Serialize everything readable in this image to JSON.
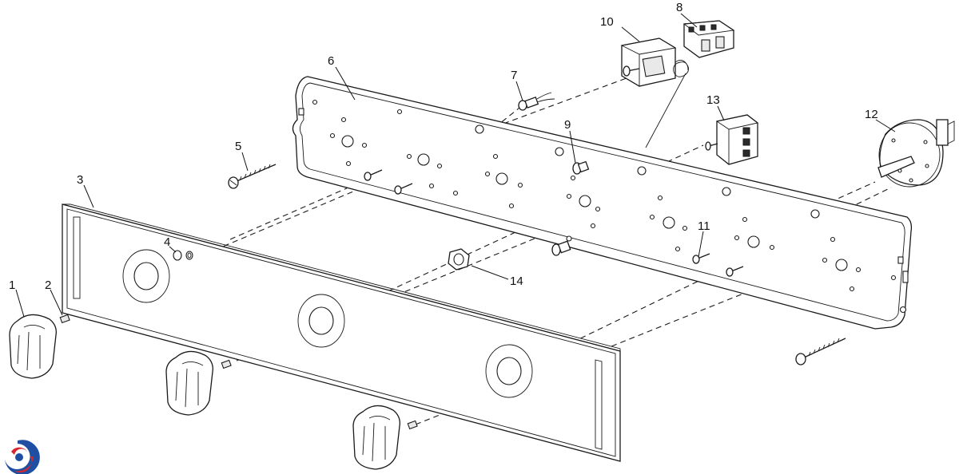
{
  "diagram": {
    "type": "exploded-parts-view",
    "callouts": [
      {
        "id": "1",
        "text": "1"
      },
      {
        "id": "2",
        "text": "2"
      },
      {
        "id": "3",
        "text": "3"
      },
      {
        "id": "4",
        "text": "4"
      },
      {
        "id": "5",
        "text": "5"
      },
      {
        "id": "6",
        "text": "6"
      },
      {
        "id": "7",
        "text": "7"
      },
      {
        "id": "8",
        "text": "8"
      },
      {
        "id": "9",
        "text": "9"
      },
      {
        "id": "10",
        "text": "10"
      },
      {
        "id": "11",
        "text": "11"
      },
      {
        "id": "12",
        "text": "12"
      },
      {
        "id": "13",
        "text": "13"
      },
      {
        "id": "14",
        "text": "14"
      }
    ],
    "logo": {
      "icon": "brand-swirl-logo-icon",
      "colors": [
        "#1f4fa3",
        "#d8262f"
      ]
    }
  }
}
